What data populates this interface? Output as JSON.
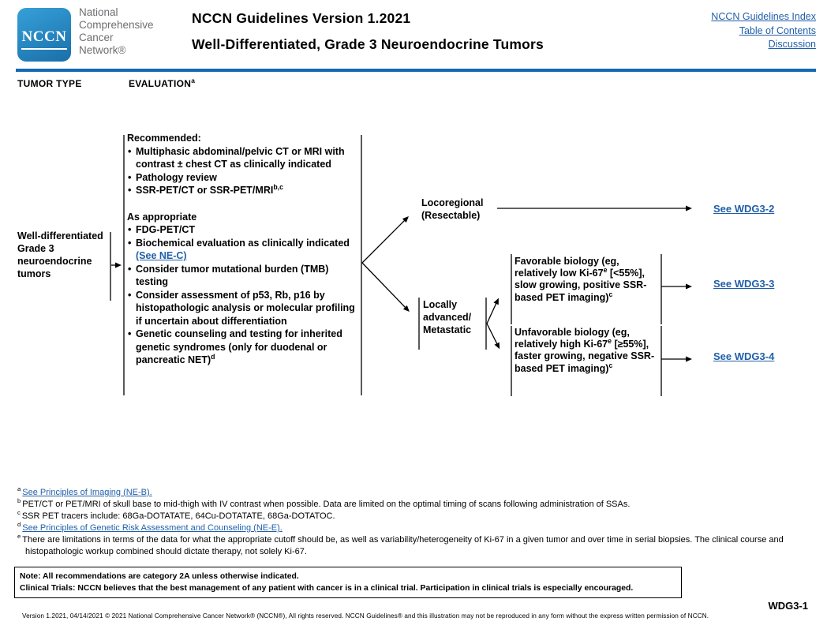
{
  "header": {
    "logo_abbr": "NCCN",
    "org_name_lines": [
      "National",
      "Comprehensive",
      "Cancer",
      "Network®"
    ],
    "title_line1": "NCCN Guidelines Version 1.2021",
    "title_line2": "Well-Differentiated, Grade 3 Neuroendocrine Tumors",
    "nav_links": [
      "NCCN Guidelines Index",
      "Table of Contents",
      "Discussion"
    ]
  },
  "column_headers": {
    "tumor_type": "TUMOR TYPE",
    "evaluation": "EVALUATION",
    "evaluation_footnote_marker": "a"
  },
  "flowchart": {
    "tumor_type_node": "Well-differentiated Grade 3 neuroendocrine tumors",
    "evaluation_node": {
      "recommended_heading": "Recommended:",
      "recommended_items": [
        {
          "text": "Multiphasic abdominal/pelvic CT or MRI with contrast ± chest CT as clinically indicated",
          "sup": ""
        },
        {
          "text": "Pathology review",
          "sup": ""
        },
        {
          "text": "SSR-PET/CT or SSR-PET/MRI",
          "sup": "b,c"
        }
      ],
      "as_appropriate_heading": "As appropriate",
      "as_appropriate_items": [
        {
          "text": "FDG-PET/CT",
          "sup": ""
        },
        {
          "text": "Biochemical evaluation as clinically indicated ",
          "link": "(See NE-C)",
          "sup": ""
        },
        {
          "text": "Consider tumor mutational burden (TMB) testing",
          "sup": ""
        },
        {
          "text": "Consider assessment of p53, Rb, p16 by histopathologic analysis or molecular profiling if uncertain about differentiation",
          "sup": ""
        },
        {
          "text": "Genetic counseling and testing for inherited genetic syndromes (only for duodenal or pancreatic NET)",
          "sup": "d"
        }
      ]
    },
    "locoregional": {
      "line1": "Locoregional",
      "line2": "(Resectable)",
      "link": "See WDG3-2"
    },
    "advanced": {
      "label": "Locally advanced/ Metastatic"
    },
    "favorable": {
      "t1": "Favorable biology (eg, relatively low Ki-67",
      "sup1": "e",
      "t2": " [<55%], slow growing, positive SSR-based PET imaging)",
      "sup2": "c",
      "link": "See WDG3-3"
    },
    "unfavorable": {
      "t1": "Unfavorable biology (eg, relatively high Ki-67",
      "sup1": "e",
      "t2": " [≥55%], faster growing, negative SSR-based PET imaging)",
      "sup2": "c",
      "link": "See WDG3-4"
    }
  },
  "footnotes": [
    {
      "marker": "a",
      "text": "See Principles of Imaging (NE-B)."
    },
    {
      "marker": "b",
      "text": "PET/CT or PET/MRI of skull base to mid-thigh with IV contrast when possible. Data are limited on the optimal timing of scans following administration of SSAs."
    },
    {
      "marker": "c",
      "text": "SSR PET tracers include: 68Ga-DOTATATE, 64Cu-DOTATATE, 68Ga-DOTATOC."
    },
    {
      "marker": "d",
      "text": "See Principles of Genetic Risk Assessment and Counseling (NE-E)."
    },
    {
      "marker": "e",
      "text": "There are limitations in terms of the data for what the appropriate cutoff should be, as well as variability/heterogeneity of Ki-67 in a given tumor and over time in serial biopsies. The clinical course and histopathologic workup combined should dictate therapy, not solely Ki-67."
    }
  ],
  "note_box": {
    "line1": "Note: All recommendations are category 2A unless otherwise indicated.",
    "line2": "Clinical Trials: NCCN believes that the best management of any patient with cancer is in a clinical trial. Participation in clinical trials is especially encouraged."
  },
  "footer": {
    "copyright": "Version 1.2021, 04/14/2021 © 2021 National Comprehensive Cancer Network® (NCCN®), All rights reserved. NCCN Guidelines® and this illustration may not be reproduced in any form without the express written permission of NCCN.",
    "page_code": "WDG3-1"
  },
  "colors": {
    "rule_blue": "#1268B1",
    "link_blue": "#215FA8",
    "logo_top": "#36A0D9",
    "logo_bottom": "#1A6FA9",
    "org_gray": "#6D6E71"
  }
}
